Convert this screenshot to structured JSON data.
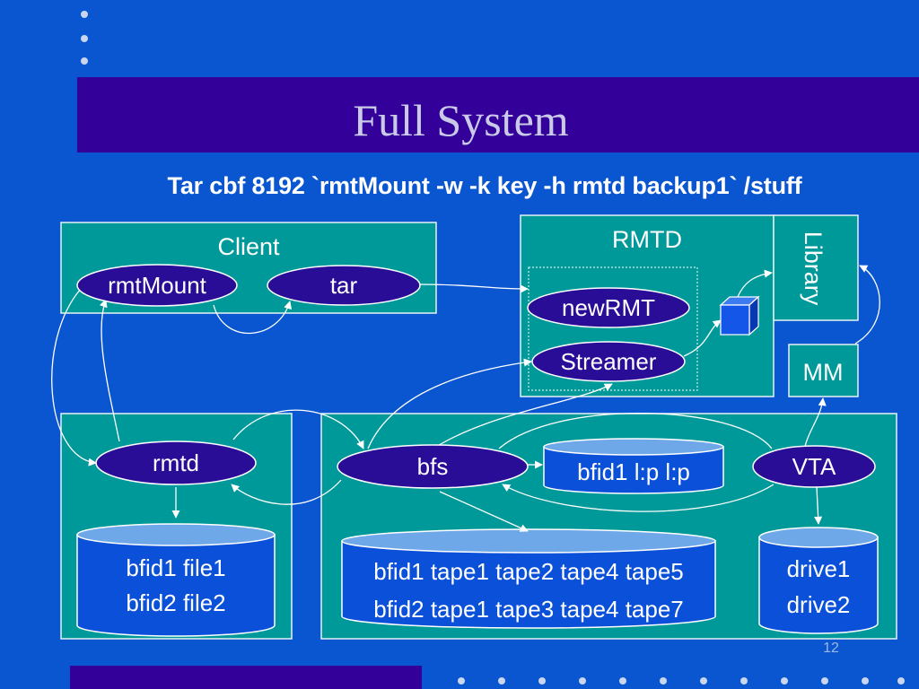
{
  "slide": {
    "title": "Full System",
    "command": "Tar cbf  8192 `rmtMount -w -k key -h rmtd backup1` /stuff",
    "page_number": "12"
  },
  "diagram": {
    "client": {
      "label": "Client",
      "rmtmount": "rmtMount",
      "tar": "tar"
    },
    "rmtd_box": {
      "label": "RMTD",
      "newrmt": "newRMT",
      "streamer": "Streamer",
      "library": "Library",
      "mm": "MM"
    },
    "rmtd_server": {
      "rmtd": "rmtd",
      "db_lines": [
        "bfid1 file1",
        "bfid2 file2"
      ]
    },
    "bfs_server": {
      "bfs": "bfs",
      "bfid_db": "bfid1 l:p l:p",
      "vta": "VTA",
      "tape_db_lines": [
        "bfid1 tape1 tape2 tape4 tape5",
        "bfid2 tape1 tape3 tape4 tape7"
      ],
      "drive_db_lines": [
        "drive1",
        "drive2"
      ]
    }
  },
  "colors": {
    "background": "#0A55D0",
    "band": "#330099",
    "box_fill": "#009999",
    "node_fill": "#2A0D96",
    "db_fill": "#0A50D8",
    "db_top": "#6FA8E8"
  }
}
